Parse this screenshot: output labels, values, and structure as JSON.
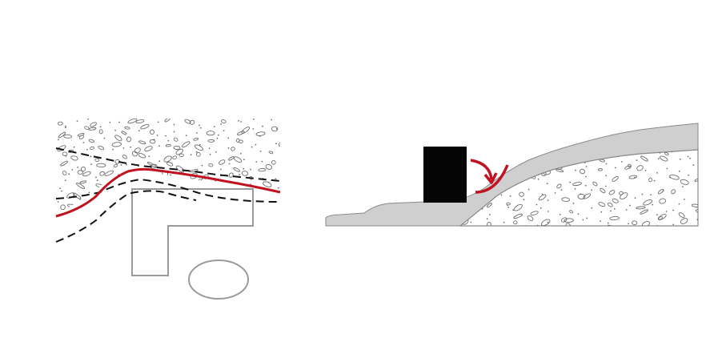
{
  "colors": {
    "background": "#ffffff",
    "soil_dots": "#6f6f6f",
    "outline_gray": "#9a9a9a",
    "red_line": "#c1121f",
    "dashed_line": "#111111",
    "block": "#050505",
    "ground_fill": "#cfcfcf",
    "ground_edge": "#8a8a8a"
  },
  "icons": {
    "left": [
      "soil-texture",
      "red-profile-line",
      "dashed-profile-line",
      "l-shaped-structure-outline",
      "ellipse-outline"
    ],
    "right": [
      "ground-layer",
      "soil-texture",
      "black-block",
      "red-curved-arrow-icon"
    ]
  }
}
